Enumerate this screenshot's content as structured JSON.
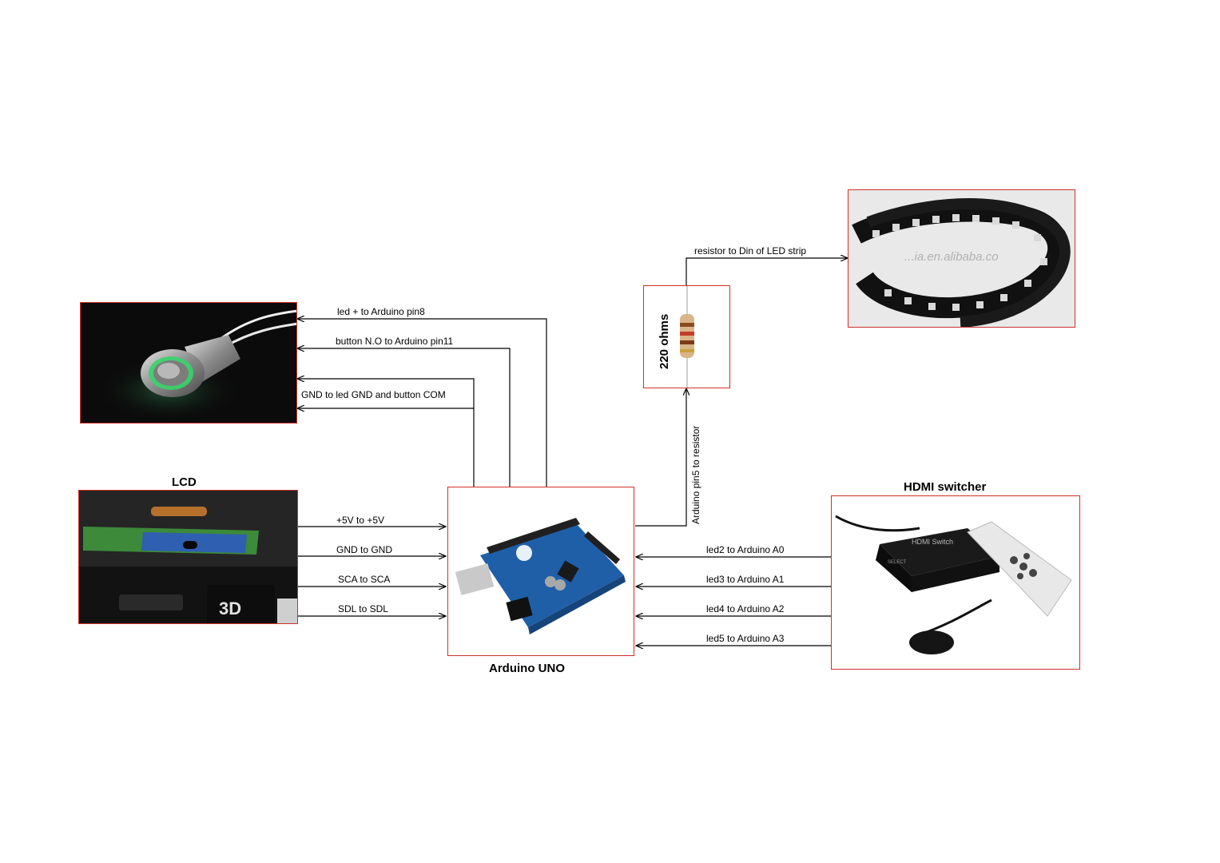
{
  "components": {
    "lcd": {
      "title": "LCD",
      "image_text": "3D"
    },
    "hdmi": {
      "title": "HDMI switcher",
      "image_text": "HDMI Switch",
      "select_text": "SELECT"
    },
    "arduino": {
      "title": "Arduino UNO"
    },
    "resistor": {
      "value": "220 ohms"
    },
    "button": {},
    "led_strip": {
      "watermark": "...ia.en.alibaba.co"
    }
  },
  "connections": {
    "lcd_arduino": [
      "+5V to +5V",
      "GND to GND",
      "SCA to SCA",
      "SDL to SDL"
    ],
    "button_arduino": [
      "led + to Arduino pin8",
      "button N.O to Arduino pin11",
      "GND to led GND and button COM"
    ],
    "hdmi_arduino": [
      "led2 to Arduino A0",
      "led3 to Arduino A1",
      "led4 to Arduino A2",
      "led5 to Arduino A3"
    ],
    "arduino_resistor": "Arduino  pin5  to  resistor",
    "resistor_strip": "resistor  to Din of LED strip"
  },
  "colors": {
    "border": "#d0302a",
    "wire": "#000000",
    "arduino_blue": "#1f5fa8",
    "led_green": "#39d36b"
  }
}
